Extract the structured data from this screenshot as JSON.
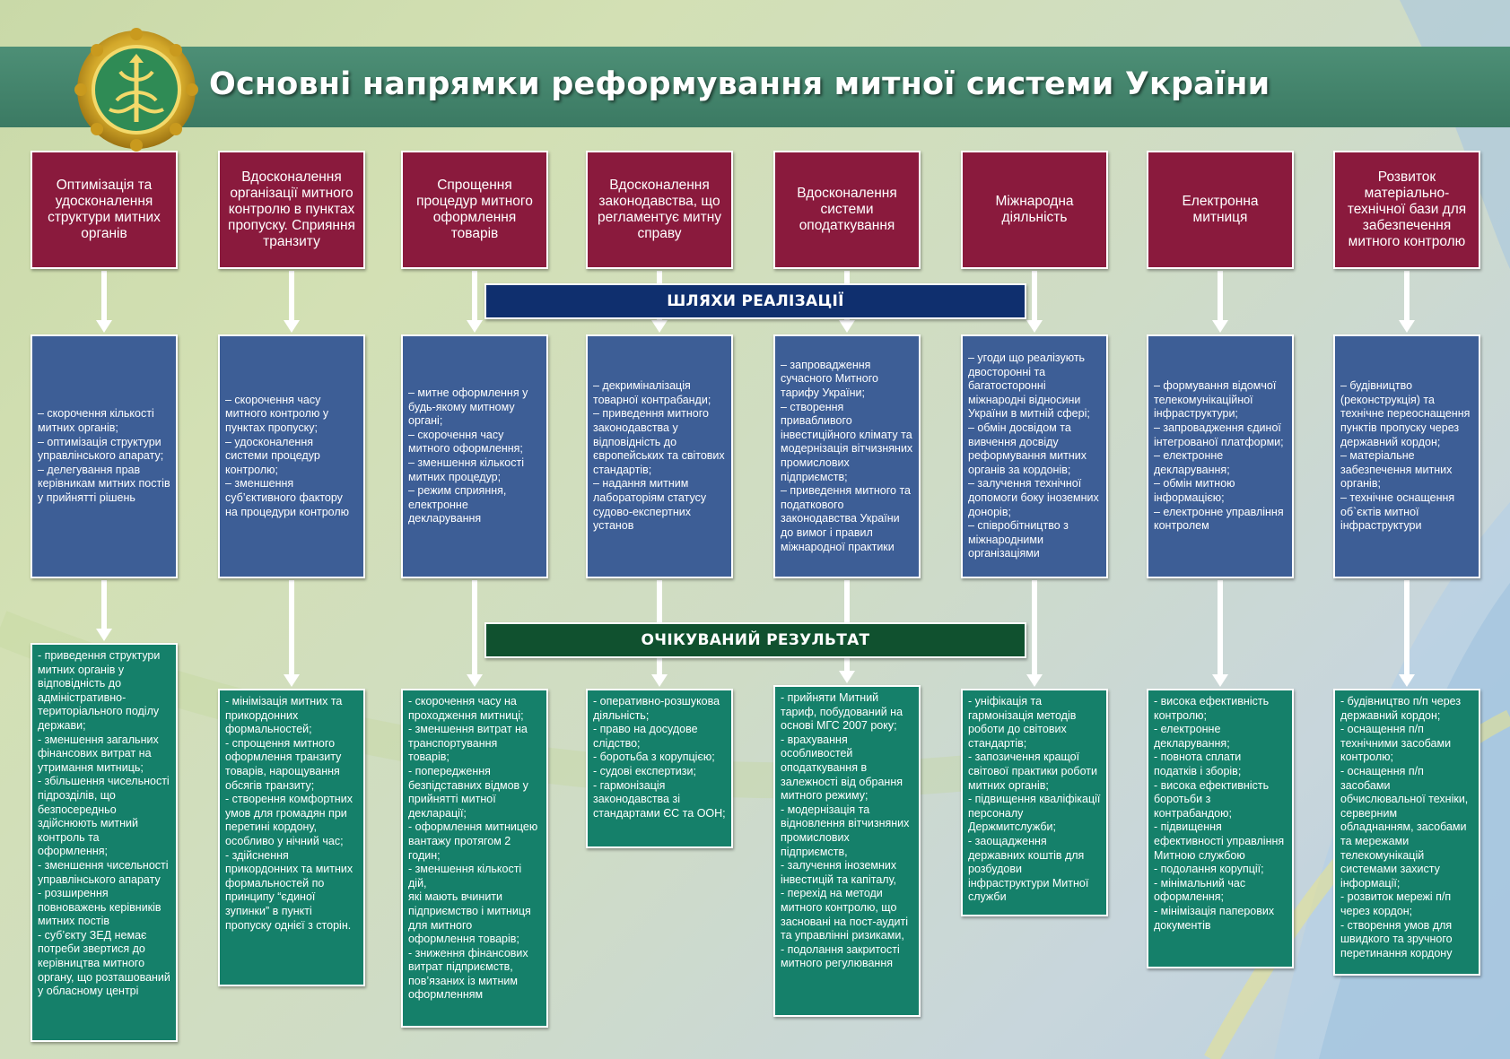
{
  "header": {
    "title": "Основні напрямки реформування митної системи України"
  },
  "banners": {
    "ways": "ШЛЯХИ РЕАЛІЗАЦІЇ",
    "result": "ОЧІКУВАНИЙ РЕЗУЛЬТАТ"
  },
  "colors": {
    "direction": "#8a1a3d",
    "ways": "#3d5e96",
    "result": "#15806a",
    "header": "#3b7a63"
  },
  "columns": [
    {
      "direction": "Оптимізація та удосконалення структури митних органів",
      "ways": "– скорочення кількості митних органів;\n– оптимізація структури управлінського апарату;\n– делегування прав керівникам митних постів у прийнятті рішень",
      "result": "- приведення структури митних органів у відповідність до адміністративно-територіального поділу держави;\n- зменшення загальних фінансових витрат на утримання митниць;\n- збільшення чисельності підрозділів, що безпосередньо здійснюють митний контроль та оформлення;\n- зменшення чисельності управлінського апарату\n- розширення повноважень керівників митних постів\n- суб’єкту ЗЕД немає потреби звертися до керівництва митного органу, що розташований у обласному центрі"
    },
    {
      "direction": "Вдосконалення організації митного контролю в пунктах пропуску. Сприяння транзиту",
      "ways": "– скорочення часу митного контролю у пунктах пропуску;\n– удосконалення системи процедур контролю;\n– зменшення суб’єктивного фактору на процедури контролю",
      "result": "- мінімізація митних та прикордонних формальностей;\n- спрощення митного оформлення транзиту товарів, нарощування обсягів транзиту;\n- створення комфортних умов для громадян при перетині кордону, особливо у нічний час;\n- здійснення прикордонних та митних формальностей по принципу “єдиної зупинки” в пункті пропуску однієї з сторін."
    },
    {
      "direction": "Спрощення процедур митного оформлення товарів",
      "ways": "– митне оформлення у будь-якому митному органі;\n– скорочення часу митного оформлення;\n– зменшення кількості митних процедур;\n– режим сприяння, електронне декларування",
      "result": "- скорочення часу на проходження митниці;\n- зменшення витрат на транспортування товарів;\n- попередження безпідставних відмов у прийнятті митної декларації;\n- оформлення митницею вантажу протягом 2 годин;\n- зменшення кількості дій,\nякі мають вчинити підприємство і митниця для митного оформлення товарів;\n- зниження фінансових витрат підприємств, пов’язаних із митним оформленням"
    },
    {
      "direction": "Вдосконалення законодавства, що регламентує митну справу",
      "ways": "– декриміналізація товарної контрабанди;\n– приведення митного законодавства у відповідність до європейських та світових стандартів;\n– надання митним лабораторіям статусу судово-експертних установ",
      "result": "- оперативно-розшукова діяльність;\n- право на досудове слідство;\n- боротьба з корупцією;\n- судові експертизи;\n- гармонізація законодавства зі стандартами ЄС та ООН;"
    },
    {
      "direction": "Вдосконалення системи оподаткування",
      "ways": "– запровадження сучасного Митного тарифу України;\n– створення привабливого інвестиційного клімату та модернізація вітчизняних промислових підприємств;\n– приведення митного та податкового законодавства України до вимог і правил міжнародної практики",
      "result": "- прийняти Митний тариф, побудований на основі МГС 2007 року;\n- врахування особливостей оподаткування в залежності від обрання митного режиму;\n- модернізація та відновлення вітчизняних промислових підприємств,\n- залучення іноземних інвестицій та капіталу,\n- перехід на методи митного контролю, що засновані на пост-аудиті та управлінні ризиками,\n- подолання закритості митного регулювання"
    },
    {
      "direction": "Міжнародна діяльність",
      "ways": "– угоди що реалізують двосторонні та багатосторонні міжнародні відносини України в митній сфері;\n– обмін досвідом та вивчення досвіду реформування митних органів за кордонів;\n– залучення технічної допомоги боку іноземних донорів;\n– співробітництво з міжнародними організаціями",
      "result": "- уніфікація та гармонізація методів роботи до світових стандартів;\n- запозичення кращої світової практики роботи митних органів;\n- підвищення кваліфікації персоналу Держмитслужби;\n- заощадження державних коштів для розбудови інфраструктури Митної служби"
    },
    {
      "direction": "Електронна митниця",
      "ways": "– формування відомчої телекомунікаційної інфраструктури;\n– запровадження єдиної інтегрованої платформи;\n– електронне декларування;\n– обмін митною інформацією;\n– електронне управління контролем",
      "result": "- висока ефективність контролю;\n- електронне декларування;\n- повнота сплати податків і зборів;\n- висока ефективність боротьби з контрабандою;\n- підвищення ефективності управління Митною службою\n- подолання корупції;\n- мінімальний час оформлення;\n- мінімізація паперових документів"
    },
    {
      "direction": "Розвиток матеріально-технічної бази для забезпечення митного контролю",
      "ways": "– будівництво (реконструкція) та технічне переоснащення пунктів пропуску через державний кордон;\n– матеріальне забезпечення митних органів;\n– технічне оснащення об`єктів митної інфраструктури",
      "result": "- будівництво п/п через державний кордон;\n- оснащення п/п технічними засобами контролю;\n- оснащення п/п засобами обчислювальної техніки, серверним обладнанням, засобами та мережами телекомунікацій системами захисту інформації;\n- розвиток мережі п/п через кордон;\n- створення умов для швидкого та зручного перетинання кордону"
    }
  ]
}
